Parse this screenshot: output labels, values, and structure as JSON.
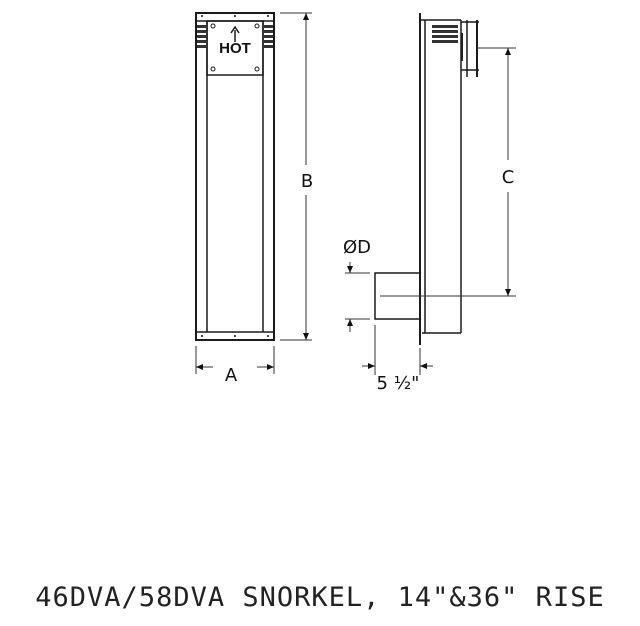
{
  "drawing": {
    "title": "46DVA/58DVA SNORKEL, 14\"&36\" RISE",
    "front_view": {
      "label_hot": "HOT",
      "dim_width_label": "A",
      "dim_height_label": "B"
    },
    "side_view": {
      "dim_rise_label": "C",
      "dim_diameter_label": "ØD",
      "dim_depth_label": "5 ½\""
    }
  }
}
